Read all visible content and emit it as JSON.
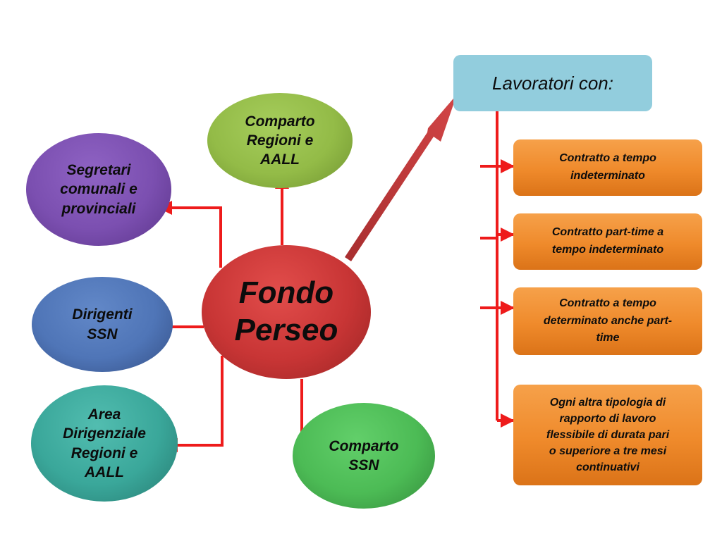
{
  "center": "Fondo\nPerseo",
  "left_nodes": {
    "segretari": "Segretari\ncomunali e\nprovinciali",
    "dirigenti": "Dirigenti\nSSN",
    "area": "Area\nDirigenziale\nRegioni e\nAALL"
  },
  "top_node": "Comparto\nRegioni e\nAALL",
  "bottom_node": "Comparto\nSSN",
  "lavoratori": {
    "title": "Lavoratori con:",
    "options": [
      "Contratto a tempo\nindeterminato",
      "Contratto part-time a\ntempo indeterminato",
      "Contratto a tempo\ndeterminato anche part-\ntime",
      "Ogni altra tipologia di\nrapporto di lavoro\nflessibile di durata pari\no superiore a tre mesi\ncontinuativi"
    ]
  },
  "colors": {
    "connector": "#ee1b1b",
    "big_arrow": "#c0393b",
    "center": "#c83535",
    "segretari": "#7b4fb0",
    "comparto_regioni": "#93bb47",
    "dirigenti": "#4f75b7",
    "area": "#3aa79a",
    "comparto_ssn": "#4cbb55",
    "lavoratori": "#92cddd",
    "options": "#ef8a2b"
  }
}
